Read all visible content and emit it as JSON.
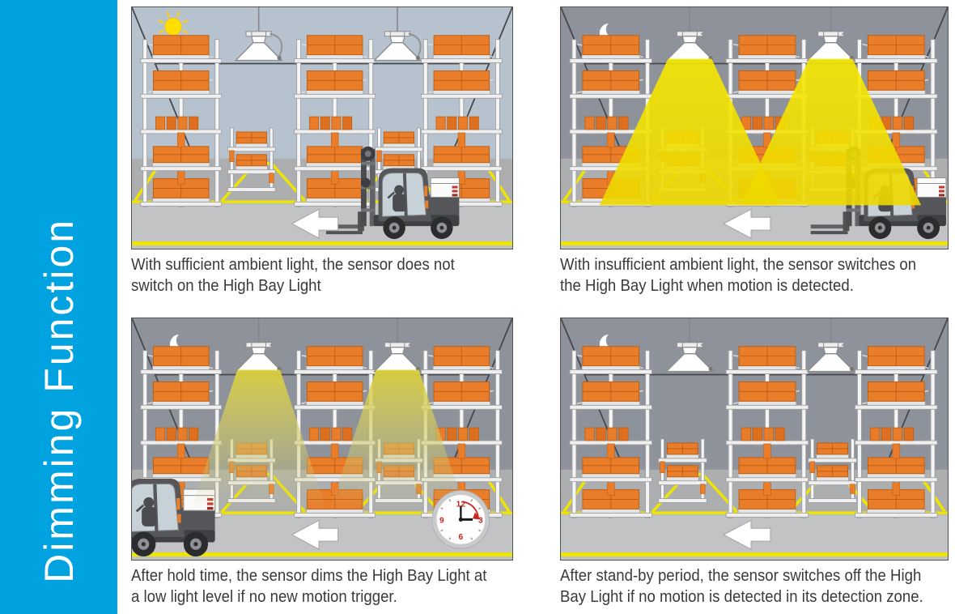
{
  "sidebar": {
    "title": "Dimming Function",
    "bg_color": "#00A2DF",
    "text_color": "#FFFFFF"
  },
  "panels": [
    {
      "id": "ambient-light-sufficient",
      "caption": "With sufficient ambient light, the sensor does not\nswitch on the High Bay Light",
      "scene": {
        "ambient": "day",
        "sky_icon": "sun-icon",
        "lights": "off",
        "forklift": "right",
        "clock": false,
        "arrow": true
      }
    },
    {
      "id": "motion-detected-lights-on",
      "caption": "With insufficient ambient light, the sensor switches on\nthe High Bay Light when motion is detected.",
      "scene": {
        "ambient": "night",
        "sky_icon": "moon-icon",
        "lights": "on",
        "forklift": "right-far",
        "clock": false,
        "arrow": true
      }
    },
    {
      "id": "hold-time-dimmed",
      "caption": "After hold time, the sensor dims the High Bay Light at\na low light level if no new motion trigger.",
      "scene": {
        "ambient": "night",
        "sky_icon": "moon-icon",
        "lights": "dim",
        "forklift": "left-exit",
        "clock": true,
        "arrow": true
      }
    },
    {
      "id": "stand-by-lights-off",
      "caption": "After stand-by period, the sensor switches off the High\nBay Light if no motion is detected in its detection zone.",
      "scene": {
        "ambient": "night",
        "sky_icon": "moon-icon",
        "lights": "off",
        "forklift": "none",
        "clock": false,
        "arrow": true
      }
    }
  ],
  "icons": {
    "day": "sun-icon",
    "night": "moon-icon",
    "hold_time": "clock-icon",
    "travel_direction": "arrow-left-icon"
  },
  "colors": {
    "wall_day": "#B6C2CD",
    "wall_night": "#8E929A",
    "floor_back": "#ACAEB0",
    "floor_front": "#C2C3C5",
    "line_yellow": "#F0E500",
    "box_orange": "#E97D2A",
    "box_edge": "#BF5F14",
    "rack_fill": "#F5F5F5",
    "rack_stroke": "#9FA0A2",
    "beam_bright": "#F7E900",
    "beam_bright_low": "#EDD800",
    "beam_dim": "#DCD13C",
    "ceiling_line": "#45474B",
    "fixture_white": "#FFFFFF",
    "fixture_stroke": "#8A8B8D",
    "forklift_body": "#55575B",
    "forklift_dark": "#2B2C2E",
    "clock_red": "#C8251C",
    "sun_yellow": "#FFDE00",
    "moon_white": "#FFFFFF",
    "arrow_white": "#FFFFFF"
  }
}
